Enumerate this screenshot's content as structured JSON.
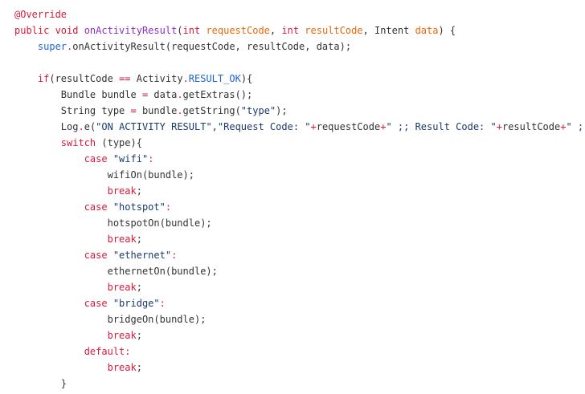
{
  "colors": {
    "keyword": "#d81b3c",
    "method": "#8e2fc9",
    "param": "#e8690a",
    "builtin": "#1f63d6",
    "string": "#1b3a6e",
    "plain": "#333333"
  },
  "lines": [
    [
      [
        "@Override",
        "k"
      ]
    ],
    [
      [
        "public void ",
        "k"
      ],
      [
        "onActivityResult",
        "m"
      ],
      [
        "(",
        "t"
      ],
      [
        "int ",
        "k"
      ],
      [
        "requestCode",
        "p"
      ],
      [
        ", ",
        "t"
      ],
      [
        "int ",
        "k"
      ],
      [
        "resultCode",
        "p"
      ],
      [
        ", Intent ",
        "t"
      ],
      [
        "data",
        "p"
      ],
      [
        ") {",
        "t"
      ]
    ],
    [
      [
        "    ",
        "t"
      ],
      [
        "super",
        "b"
      ],
      [
        ".",
        "k"
      ],
      [
        "onActivityResult(requestCode, resultCode, data);",
        "t"
      ]
    ],
    [],
    [
      [
        "    ",
        "t"
      ],
      [
        "if",
        "k"
      ],
      [
        "(resultCode ",
        "t"
      ],
      [
        "==",
        "k"
      ],
      [
        " Activity",
        "t"
      ],
      [
        ".",
        "k"
      ],
      [
        "RESULT_OK",
        "b"
      ],
      [
        "){",
        "t"
      ]
    ],
    [
      [
        "        Bundle bundle ",
        "t"
      ],
      [
        "=",
        "k"
      ],
      [
        " data",
        "t"
      ],
      [
        ".",
        "k"
      ],
      [
        "getExtras();",
        "t"
      ]
    ],
    [
      [
        "        String type ",
        "t"
      ],
      [
        "=",
        "k"
      ],
      [
        " bundle",
        "t"
      ],
      [
        ".",
        "k"
      ],
      [
        "getString(",
        "t"
      ],
      [
        "\"type\"",
        "s"
      ],
      [
        ");",
        "t"
      ]
    ],
    [
      [
        "        Log",
        "t"
      ],
      [
        ".",
        "k"
      ],
      [
        "e(",
        "t"
      ],
      [
        "\"ON ACTIVITY RESULT\"",
        "s"
      ],
      [
        ",",
        "t"
      ],
      [
        "\"Request Code: \"",
        "s"
      ],
      [
        "+",
        "k"
      ],
      [
        "requestCode",
        "t"
      ],
      [
        "+",
        "k"
      ],
      [
        "\" ;; Result Code: \"",
        "s"
      ],
      [
        "+",
        "k"
      ],
      [
        "resultCode",
        "t"
      ],
      [
        "+",
        "k"
      ],
      [
        "\" ;",
        "s"
      ]
    ],
    [
      [
        "        ",
        "t"
      ],
      [
        "switch",
        "k"
      ],
      [
        " (type){",
        "t"
      ]
    ],
    [
      [
        "            ",
        "t"
      ],
      [
        "case ",
        "k"
      ],
      [
        "\"wifi\"",
        "s"
      ],
      [
        ":",
        "k"
      ]
    ],
    [
      [
        "                wifiOn(bundle);",
        "t"
      ]
    ],
    [
      [
        "                ",
        "t"
      ],
      [
        "break",
        "k"
      ],
      [
        ";",
        "t"
      ]
    ],
    [
      [
        "            ",
        "t"
      ],
      [
        "case ",
        "k"
      ],
      [
        "\"hotspot\"",
        "s"
      ],
      [
        ":",
        "k"
      ]
    ],
    [
      [
        "                hotspotOn(bundle);",
        "t"
      ]
    ],
    [
      [
        "                ",
        "t"
      ],
      [
        "break",
        "k"
      ],
      [
        ";",
        "t"
      ]
    ],
    [
      [
        "            ",
        "t"
      ],
      [
        "case ",
        "k"
      ],
      [
        "\"ethernet\"",
        "s"
      ],
      [
        ":",
        "k"
      ]
    ],
    [
      [
        "                ethernetOn(bundle);",
        "t"
      ]
    ],
    [
      [
        "                ",
        "t"
      ],
      [
        "break",
        "k"
      ],
      [
        ";",
        "t"
      ]
    ],
    [
      [
        "            ",
        "t"
      ],
      [
        "case ",
        "k"
      ],
      [
        "\"bridge\"",
        "s"
      ],
      [
        ":",
        "k"
      ]
    ],
    [
      [
        "                bridgeOn(bundle);",
        "t"
      ]
    ],
    [
      [
        "                ",
        "t"
      ],
      [
        "break",
        "k"
      ],
      [
        ";",
        "t"
      ]
    ],
    [
      [
        "            ",
        "t"
      ],
      [
        "default",
        "k"
      ],
      [
        ":",
        "k"
      ]
    ],
    [
      [
        "                ",
        "t"
      ],
      [
        "break",
        "k"
      ],
      [
        ";",
        "t"
      ]
    ],
    [
      [
        "        }",
        "t"
      ]
    ]
  ]
}
